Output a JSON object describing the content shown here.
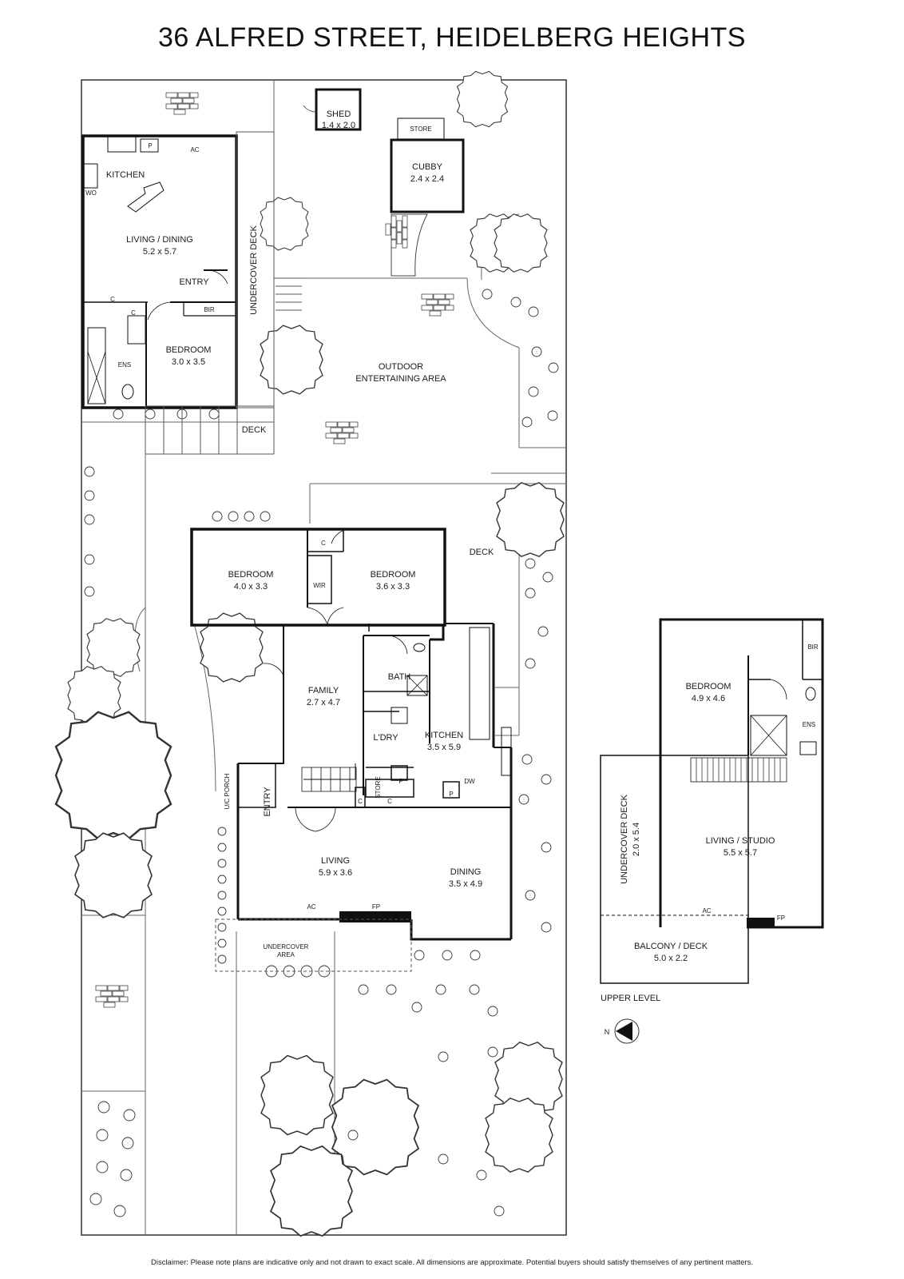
{
  "title": "36 ALFRED STREET, HEIDELBERG HEIGHTS",
  "disclaimer": "Disclaimer: Please note plans are indicative only and not drawn to exact scale. All dimensions are approximate. Potential buyers should satisfy themselves of any pertinent matters.",
  "compass_label": "N",
  "upper_level_label": "UPPER LEVEL",
  "rooms": {
    "shed": {
      "name": "SHED",
      "size": "1.4 x 2.0"
    },
    "store_cubby": {
      "name": "STORE"
    },
    "cubby": {
      "name": "CUBBY",
      "size": "2.4 x 2.4"
    },
    "kitchen_unit": {
      "name": "KITCHEN"
    },
    "living_dining_unit": {
      "name": "LIVING / DINING",
      "size": "5.2 x 5.7"
    },
    "entry_unit": {
      "name": "ENTRY"
    },
    "bedroom_unit": {
      "name": "BEDROOM",
      "size": "3.0 x 3.5"
    },
    "ens_unit": {
      "name": "ENS"
    },
    "bir_unit": {
      "name": "BIR"
    },
    "undercover_deck": {
      "name": "UNDERCOVER DECK"
    },
    "outdoor": {
      "line1": "OUTDOOR",
      "line2": "ENTERTAINING AREA"
    },
    "deck_small": {
      "name": "DECK"
    },
    "deck_main": {
      "name": "DECK"
    },
    "bedroom1": {
      "name": "BEDROOM",
      "size": "4.0 x 3.3"
    },
    "wir": {
      "name": "WIR"
    },
    "bedroom2": {
      "name": "BEDROOM",
      "size": "3.6 x 3.3"
    },
    "family": {
      "name": "FAMILY",
      "size": "2.7 x 4.7"
    },
    "bath": {
      "name": "BATH"
    },
    "kitchen": {
      "name": "KITCHEN",
      "size": "3.5 x 5.9"
    },
    "ldry": {
      "name": "L'DRY"
    },
    "store": {
      "name": "STORE"
    },
    "entry": {
      "name": "ENTRY"
    },
    "uc_porch": {
      "name": "U/C PORCH"
    },
    "living": {
      "name": "LIVING",
      "size": "5.9 x 3.6"
    },
    "dining": {
      "name": "DINING",
      "size": "3.5 x 4.9"
    },
    "undercover_area": {
      "line1": "UNDERCOVER",
      "line2": "AREA"
    },
    "bedroom_upper": {
      "name": "BEDROOM",
      "size": "4.9 x 4.6"
    },
    "bir_upper": {
      "name": "BIR"
    },
    "ens_upper": {
      "name": "ENS"
    },
    "living_studio": {
      "name": "LIVING / STUDIO",
      "size": "5.5 x 5.7"
    },
    "undercover_deck_upper": {
      "name": "UNDERCOVER DECK",
      "size": "2.0 x 5.4"
    },
    "balcony": {
      "name": "BALCONY / DECK",
      "size": "5.0 x 2.2"
    }
  },
  "fixtures": {
    "ac": "AC",
    "fp": "FP",
    "p": "P",
    "c": "C",
    "wo": "WO",
    "dw": "DW"
  }
}
